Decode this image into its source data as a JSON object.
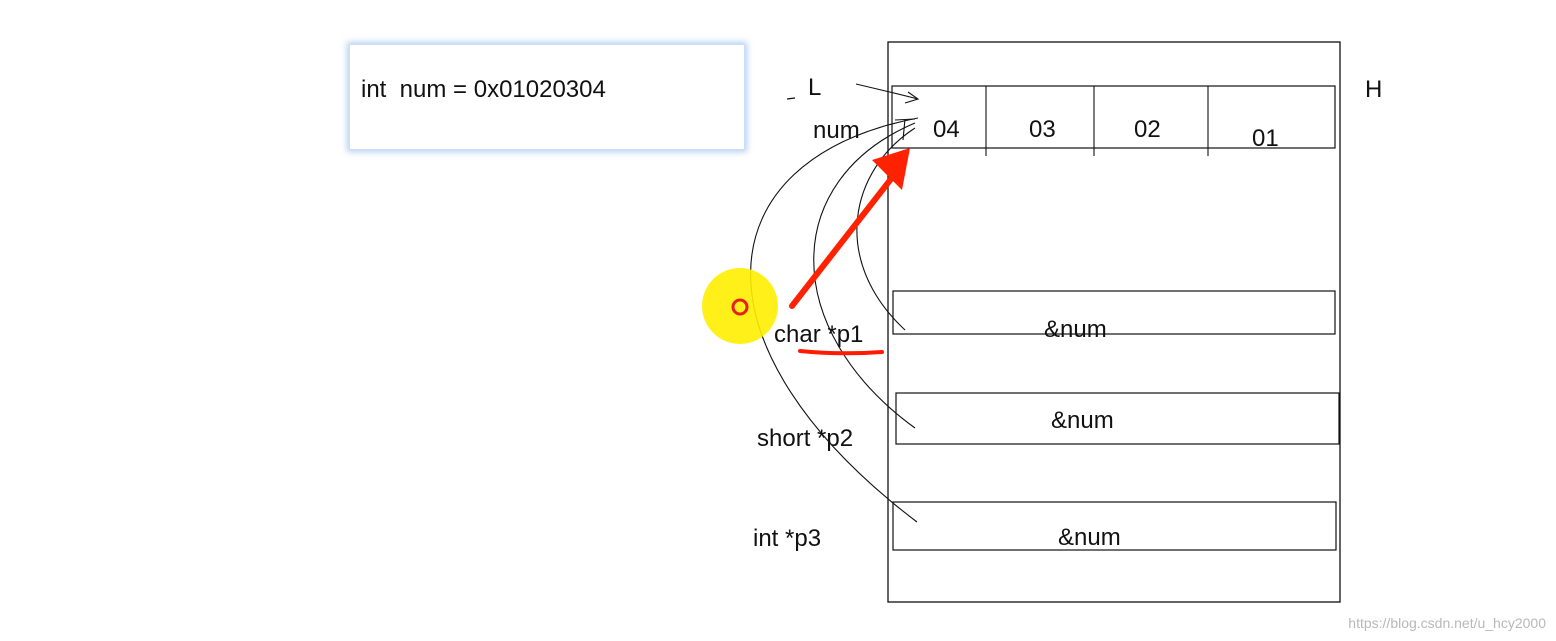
{
  "code": {
    "declaration": "int  num = 0x01020304"
  },
  "labels": {
    "low": "L",
    "high": "H",
    "num": "num",
    "p1": "char *p1",
    "p2": "short *p2",
    "p3": "int *p3"
  },
  "memory": {
    "bytes": [
      "04",
      "03",
      "02",
      "01"
    ],
    "pointer_values": [
      "&num",
      "&num",
      "&num"
    ]
  },
  "colors": {
    "arrow": "#ff2200",
    "underline": "#ff1a00",
    "cursor_highlight": "#ffee00",
    "cursor_ring": "#e8201a",
    "line": "#111111"
  },
  "watermark": "https://blog.csdn.net/u_hcy2000"
}
